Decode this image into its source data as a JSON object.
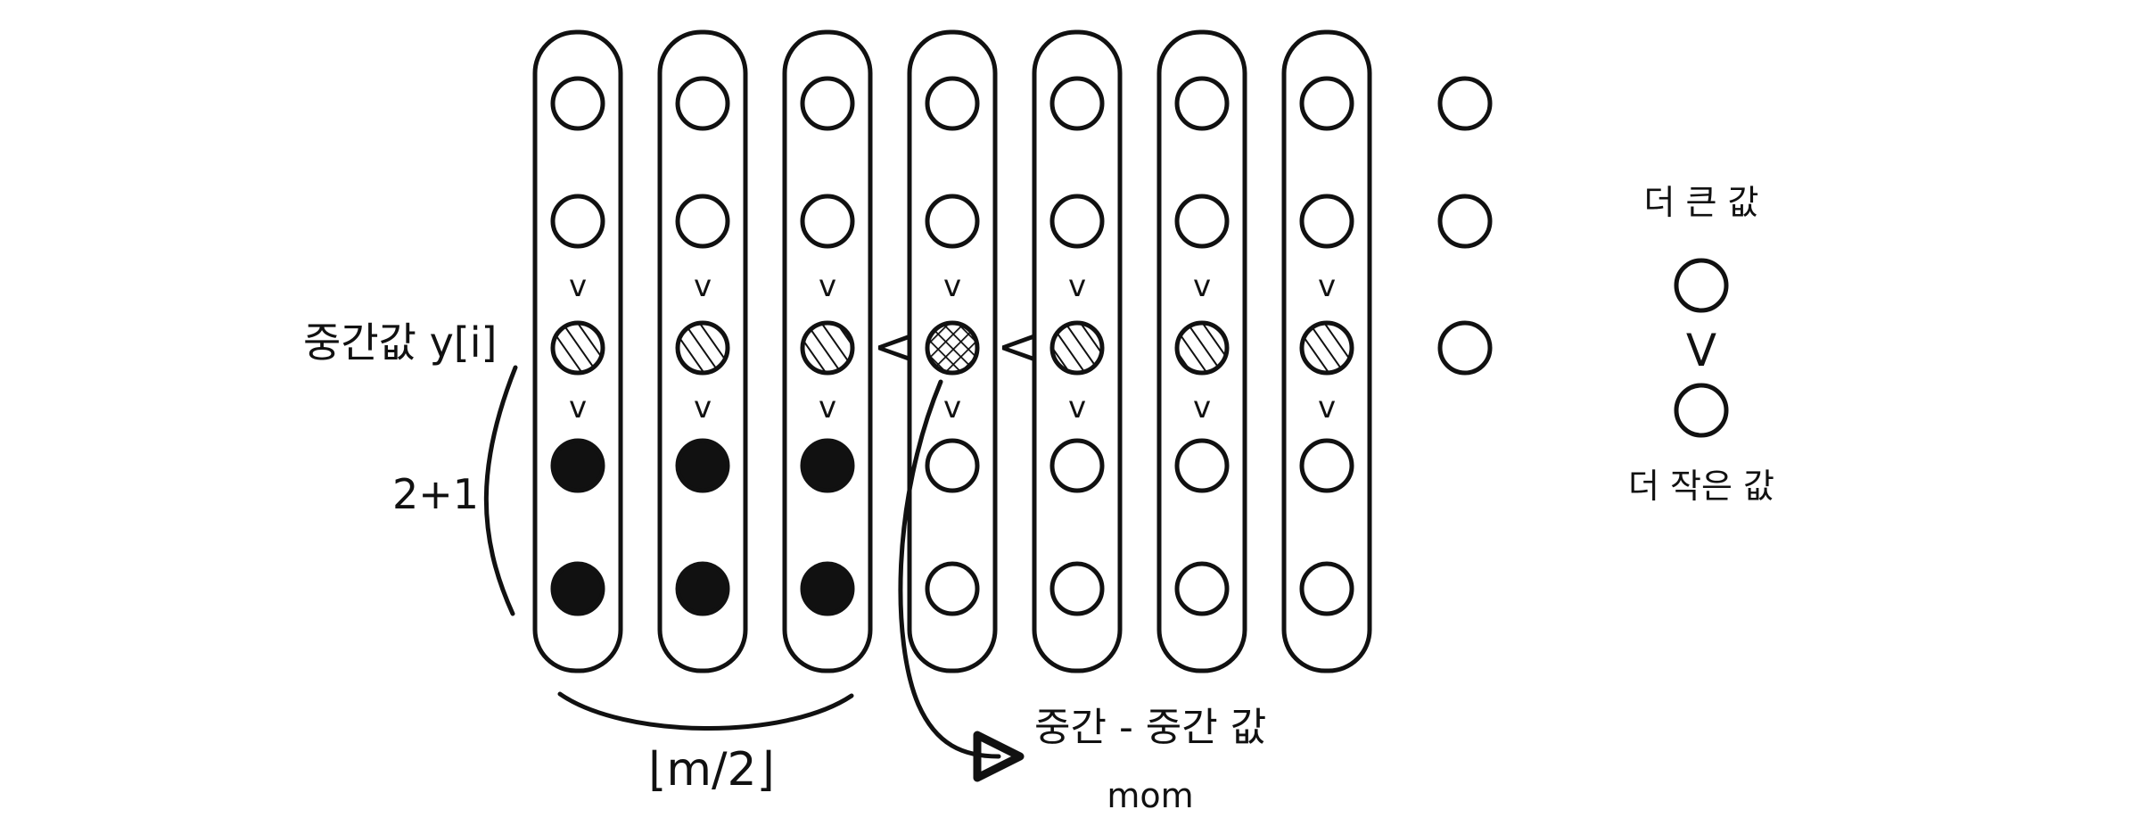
{
  "diagram": {
    "median_label": "중간값 y[i]",
    "group_size_label": "2+1",
    "half_count_label": "⌊m/2⌋",
    "median_of_medians_label": "중간 - 중간 값",
    "mom_label": "mom",
    "legend": {
      "top_label": "더 큰 값",
      "bottom_label": "더 작은 값",
      "relation_symbol": "V"
    },
    "relation_symbol": "V",
    "compare_symbol": "<",
    "column_count": 7,
    "row_count": 5,
    "median_column_index": 3,
    "leftover_count": 3,
    "colors": {
      "ink": "#111111",
      "paper": "#ffffff"
    }
  }
}
